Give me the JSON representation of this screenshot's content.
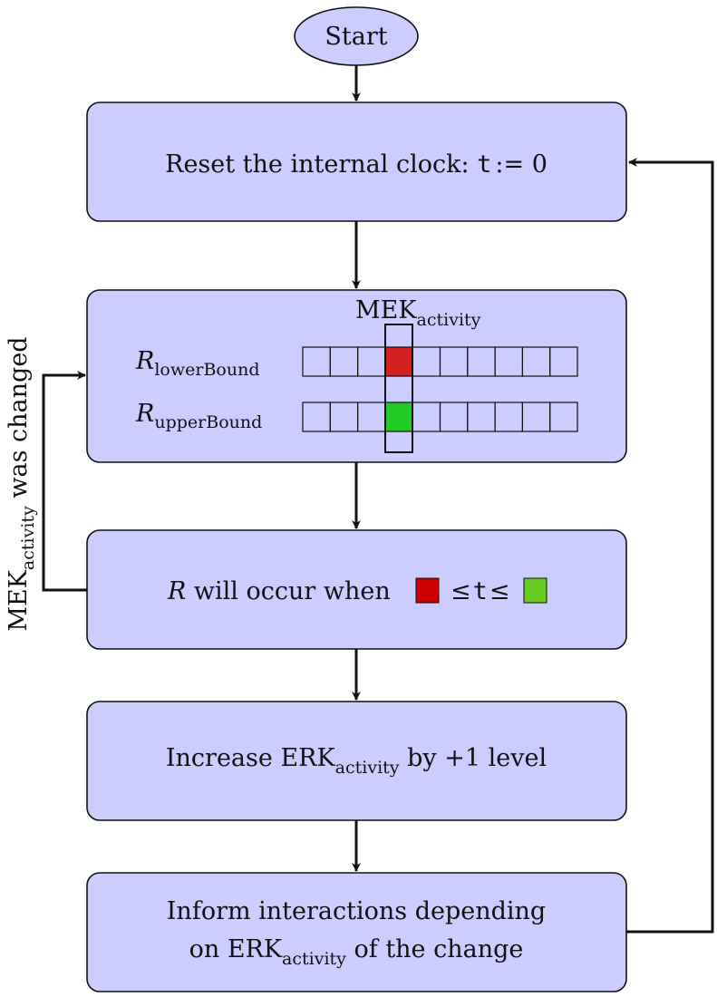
{
  "diagram": {
    "start": {
      "label": "Start"
    },
    "reset": {
      "prefix": "Reset the internal clock: ",
      "clock_var": "t",
      "assign": ":= 0"
    },
    "ranges": {
      "column_label_main": "MEK",
      "column_label_sub": "activity",
      "lower_main": "R",
      "lower_sub": "lowerBound",
      "upper_main": "R",
      "upper_sub": "upperBound",
      "cell_count": 10,
      "highlight_index": 3,
      "lower_color": "#d42020",
      "upper_color": "#22cc22"
    },
    "occur": {
      "var": "R",
      "text": " will occur when ",
      "leq": "≤",
      "clock_var": "t",
      "lower_color": "#cc0000",
      "upper_color": "#66cc22"
    },
    "increase": {
      "prefix": "Increase ERK",
      "sub": "activity",
      "suffix": " by +1 level"
    },
    "inform": {
      "line1": "Inform interactions depending",
      "line2_prefix": "on ERK",
      "line2_sub": "activity",
      "line2_suffix": " of the change"
    },
    "loop_label": {
      "main": "MEK",
      "sub": "activity",
      "suffix": " was changed"
    }
  },
  "colors": {
    "box_fill": "#ccccff",
    "stroke": "#111111"
  }
}
